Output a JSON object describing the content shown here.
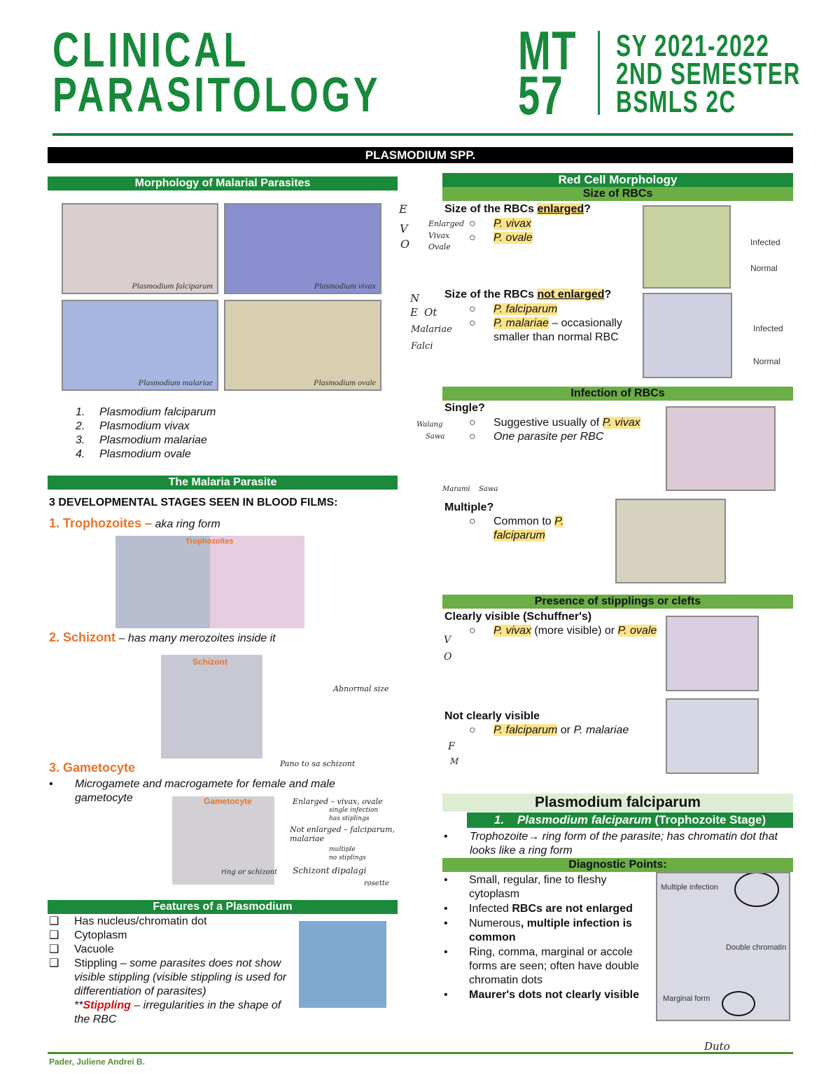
{
  "header": {
    "title_line1": "CLINICAL",
    "title_line2": "PARASITOLOGY",
    "course_line1": "MT",
    "course_line2": "57",
    "sy": "SY 2021-2022",
    "semester": "2ND  SEMESTER",
    "section": "BSMLS 2C"
  },
  "banner": "PLASMODIUM SPP.",
  "left": {
    "morph_header": "Morphology of Malarial Parasites",
    "images": [
      {
        "caption": "Plasmodium falciparum",
        "color": "#d9cfcf"
      },
      {
        "caption": "Plasmodium vivax",
        "color": "#8a8fd0"
      },
      {
        "caption": "Plasmodium malariae",
        "color": "#9fb0dc"
      },
      {
        "caption": "Plasmodium ovale",
        "color": "#d8ceb0"
      }
    ],
    "species_list": [
      {
        "num": "1.",
        "name": "Plasmodium falciparum"
      },
      {
        "num": "2.",
        "name": "Plasmodium vivax"
      },
      {
        "num": "3.",
        "name": "Plasmodium malariae"
      },
      {
        "num": "4.",
        "name": "Plasmodium ovale"
      }
    ],
    "malaria_header": "The Malaria Parasite",
    "stages_heading": "3 DEVELOPMENTAL STAGES SEEN IN BLOOD FILMS:",
    "stage1": {
      "title": "1. Trophozoites –",
      "desc": "aka ring form",
      "img_label": "Trophozoites"
    },
    "stage2": {
      "title": "2. Schizont",
      "desc": "– has many merozoites inside it",
      "img_label": "Schizont"
    },
    "stage3": {
      "title": "3. Gametocyte",
      "bullet": "Microgamete and macrogamete for female and male gametocyte",
      "img_label": "Gametocyte"
    },
    "features_header": "Features of a Plasmodium",
    "features": [
      "Has nucleus/chromatin dot",
      "Cytoplasm",
      "Vacuole"
    ],
    "stippling": {
      "lead": "Stippling – ",
      "rest": "some parasites does not show visible stippling (visible stippling is used for differentiation of parasites)",
      "note_prefix": "**",
      "note_word": "Stippling",
      "note_rest": " – irregularities in the shape of the RBC"
    }
  },
  "right": {
    "rcm_header": "Red Cell Morphology",
    "size_header": "Size of RBCs",
    "enlarged_q": {
      "prefix": "Size of the RBCs ",
      "hl": "enlarged",
      "suffix": "?"
    },
    "enlarged_items": [
      "P. vivax",
      "P. ovale"
    ],
    "not_enlarged_q": {
      "prefix": "Size of the RBCs ",
      "hl": "not enlarged",
      "suffix": "?"
    },
    "not_enlarged_items": [
      "P. falciparum",
      "P. malariae"
    ],
    "malariae_note": "– occasionally smaller than normal RBC",
    "img_labels": {
      "infected": "Infected",
      "normal": "Normal"
    },
    "infection_header": "Infection of RBCs",
    "single_q": "Single?",
    "single_items": [
      {
        "text": "Suggestive usually of ",
        "hl": "P. vivax"
      },
      {
        "text": "One parasite per RBC"
      }
    ],
    "multiple_q": "Multiple?",
    "multiple_item": {
      "text": "Common to ",
      "hl": "P. falciparum"
    },
    "stippling_header": "Presence of stipplings or clefts",
    "visible_q": "Clearly visible (Schuffner's)",
    "visible_item": {
      "a": "P. vivax",
      "b": " (more visible) or ",
      "c": "P. ovale"
    },
    "notvisible_q": "Not clearly visible",
    "notvisible_item": {
      "a": "P. falciparum",
      "b": " or ",
      "c": "P. malariae"
    },
    "pf_title": "Plasmodium falciparum",
    "pf_sub": {
      "num": "1.",
      "name": "Plasmodium falciparum",
      "stage": " (Trophozoite Stage)"
    },
    "pf_bullet": "Trophozoite→ ring form of the parasite; has chromatin dot that looks like a ring form",
    "diag_header": "Diagnostic Points:",
    "diag": [
      {
        "plain": "Small, regular, fine to fleshy cytoplasm",
        "bold": ""
      },
      {
        "plain": "Infected ",
        "bold": "RBCs are not enlarged"
      },
      {
        "plain": "Numerous",
        "bold": ", multiple infection is common"
      },
      {
        "plain": "Ring, comma, marginal or accole forms are seen; often have double chromatin dots",
        "bold": ""
      },
      {
        "plain": "",
        "bold": "Maurer's dots not clearly visible"
      }
    ],
    "pf_img_labels": [
      "Multiple infection",
      "Double chromatin",
      "Marginal form"
    ]
  },
  "handwritten": [
    "E",
    "V",
    "O",
    "Enlarged",
    "Vivax",
    "Ovale",
    "N",
    "E",
    "Ot",
    "Malariae",
    "Falci",
    "Walang",
    "Sawa",
    "Marami",
    "Sawa",
    "V",
    "O",
    "F",
    "M",
    "Abnormal size",
    "Pano to sa schizont",
    "Enlarged – vivax, ovale",
    "single infection",
    "has stiplings",
    "Not enlarged – falciparum, malariae",
    "multiple",
    "no stiplings",
    "Schizont dipalagi",
    "rosette",
    "ring or schizont",
    "Duto"
  ],
  "footer": "Pader, Juliene Andrei B."
}
